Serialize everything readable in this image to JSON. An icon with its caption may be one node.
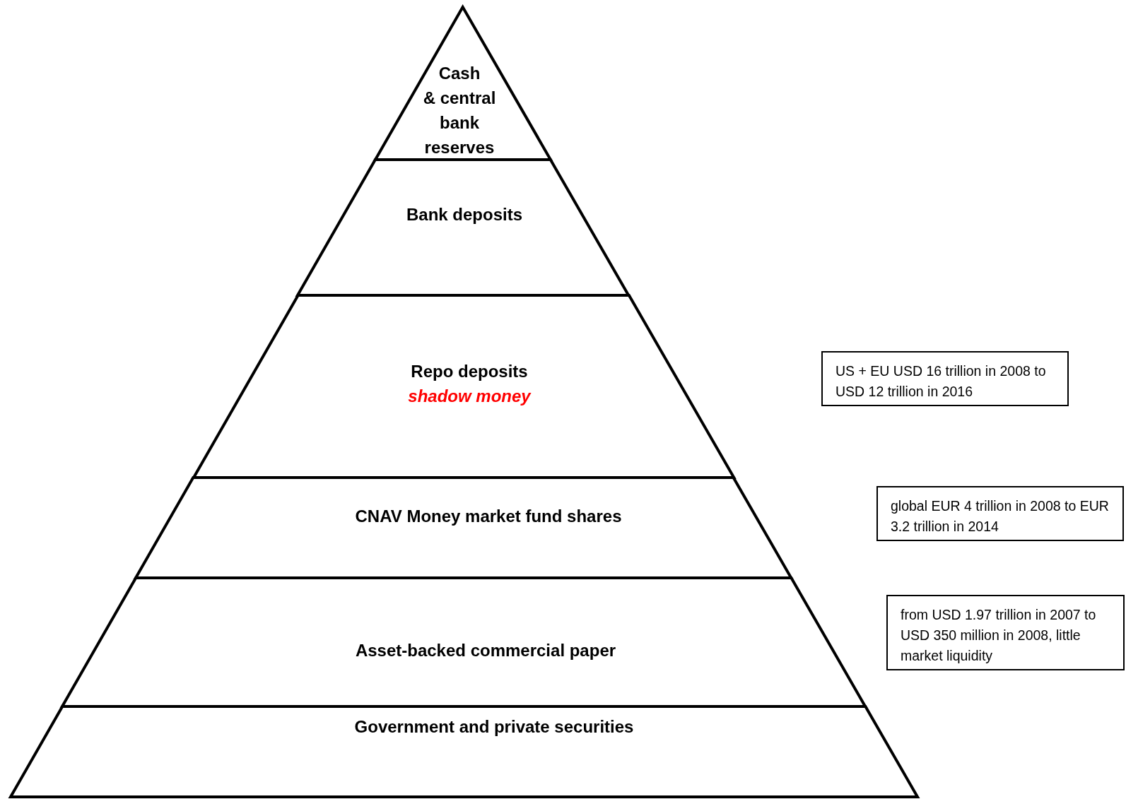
{
  "diagram": {
    "nodes": [
      {
        "text": [
          "Cash & central bank reserves"
        ]
      },
      {
        "text": [
          "Bank deposits"
        ]
      },
      {
        "text": [
          "Repo deposits",
          "shadow money"
        ]
      },
      {
        "text": [
          "CNAV Money market fund shares"
        ]
      },
      {
        "text": [
          "Asset-backed commercial paper"
        ]
      },
      {
        "text": [
          "Government and private securities"
        ]
      },
      {
        "text": [
          "US + EU USD 16 trillion in 2008 to USD 12 trillion in 2016"
        ]
      },
      {
        "text": [
          "global EUR 4 trillion in 2008 to EUR 3.2 trillion in 2014"
        ]
      },
      {
        "text": [
          "from USD 1.97 trillion in 2007 to USD 350 million in 2008, little market liquidity"
        ]
      }
    ],
    "edges": []
  }
}
